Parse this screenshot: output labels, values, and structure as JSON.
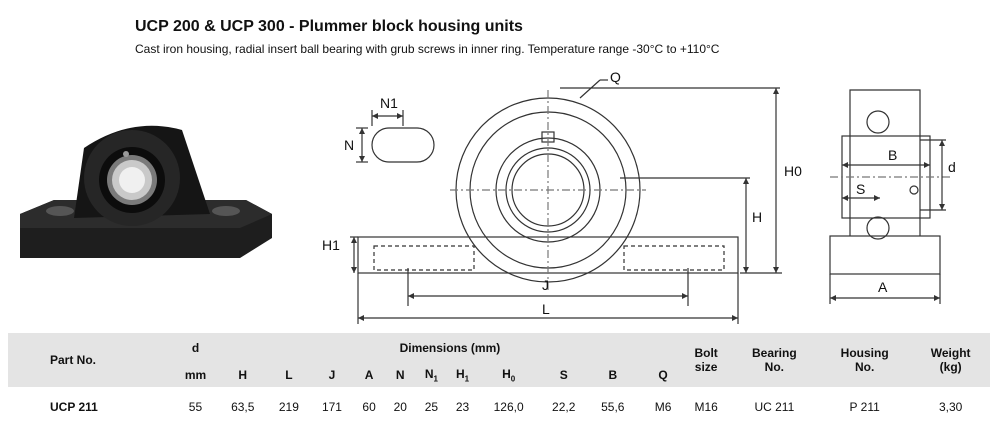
{
  "header": {
    "title": "UCP 200 & UCP 300 - Plummer block housing units",
    "subtitle": "Cast iron housing, radial insert ball bearing with grub screws in inner ring. Temperature range -30°C to +110°C"
  },
  "drawing_labels": {
    "N1": "N1",
    "N": "N",
    "Q": "Q",
    "H0": "H0",
    "H": "H",
    "H1": "H1",
    "J": "J",
    "L": "L",
    "B": "B",
    "d": "d",
    "S": "S",
    "A": "A"
  },
  "table": {
    "part_no": "Part No.",
    "d": "d",
    "dimensions": "Dimensions (mm)",
    "bolt_size": [
      "Bolt",
      "size"
    ],
    "bearing_no": [
      "Bearing",
      "No."
    ],
    "housing_no": [
      "Housing",
      "No."
    ],
    "weight": [
      "Weight",
      "(kg)"
    ],
    "units": {
      "d": "mm",
      "H": "H",
      "L": "L",
      "J": "J",
      "A": "A",
      "N": "N",
      "N1": "N",
      "N1_sub": "1",
      "H1": "H",
      "H1_sub": "1",
      "H0": "H",
      "H0_sub": "0",
      "S": "S",
      "B": "B",
      "Q": "Q"
    },
    "rows": [
      {
        "part": "UCP 211",
        "d": "55",
        "H": "63,5",
        "L": "219",
        "J": "171",
        "A": "60",
        "N": "20",
        "N1": "25",
        "H1": "23",
        "H0": "126,0",
        "S": "22,2",
        "B": "55,6",
        "Q": "M6",
        "bolt": "M16",
        "bearing": "UC 211",
        "housing": "P 211",
        "weight": "3,30"
      }
    ]
  }
}
